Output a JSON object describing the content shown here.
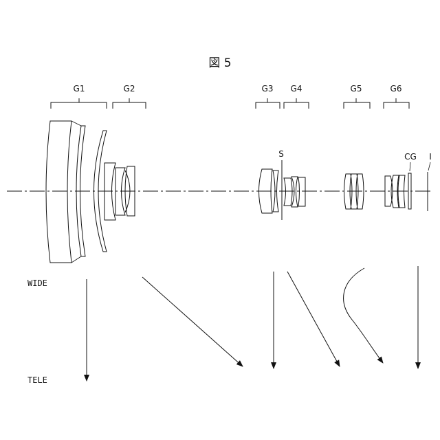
{
  "figure": {
    "title": "図 5",
    "groups": [
      "G1",
      "G2",
      "G3",
      "G4",
      "G5",
      "G6"
    ],
    "stop_label": "S",
    "cover_glass_label": "CG",
    "image_plane_label": "I",
    "wide_label": "WIDE",
    "tele_label": "TELE"
  }
}
